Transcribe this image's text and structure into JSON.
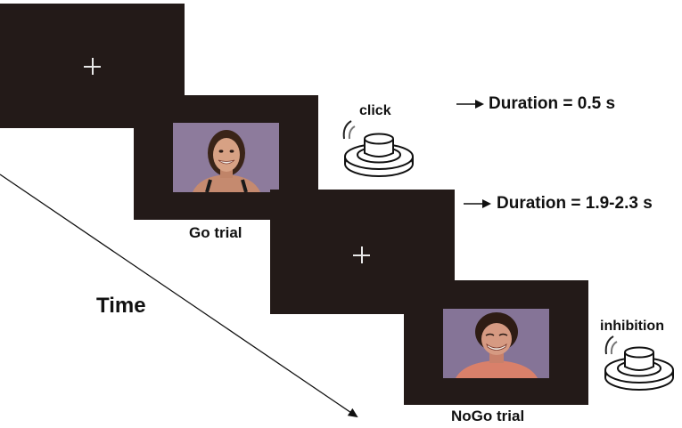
{
  "labels": {
    "time": "Time",
    "go_trial": "Go trial",
    "nogo_trial": "NoGo trial",
    "click": "click",
    "inhibition": "inhibition",
    "duration_stimulus": "Duration = 0.5 s",
    "duration_fixation": "Duration = 1.9-2.3 s"
  },
  "icons": {
    "fixation": "fixation-cross-icon",
    "button": "push-button-icon",
    "sound": "sound-wave-icon",
    "arrow": "arrow-right-icon"
  },
  "colors": {
    "screen_bg": "#231a18",
    "photo_bg": "#8a7898",
    "text": "#111111"
  }
}
